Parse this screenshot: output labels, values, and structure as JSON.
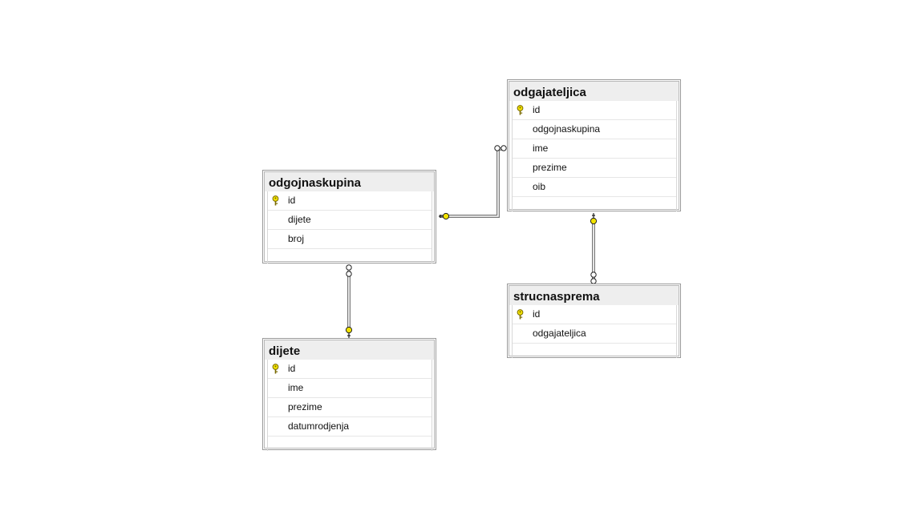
{
  "tables": {
    "odgojnaskupina": {
      "title": "odgojnaskupina",
      "columns": [
        {
          "name": "id",
          "primary_key": true
        },
        {
          "name": "dijete",
          "primary_key": false
        },
        {
          "name": "broj",
          "primary_key": false
        }
      ]
    },
    "odgajateljica": {
      "title": "odgajateljica",
      "columns": [
        {
          "name": "id",
          "primary_key": true
        },
        {
          "name": "odgojnaskupina",
          "primary_key": false
        },
        {
          "name": "ime",
          "primary_key": false
        },
        {
          "name": "prezime",
          "primary_key": false
        },
        {
          "name": "oib",
          "primary_key": false
        }
      ]
    },
    "dijete": {
      "title": "dijete",
      "columns": [
        {
          "name": "id",
          "primary_key": true
        },
        {
          "name": "ime",
          "primary_key": false
        },
        {
          "name": "prezime",
          "primary_key": false
        },
        {
          "name": "datumrodjenja",
          "primary_key": false
        }
      ]
    },
    "strucnasprema": {
      "title": "strucnasprema",
      "columns": [
        {
          "name": "id",
          "primary_key": true
        },
        {
          "name": "odgajateljica",
          "primary_key": false
        }
      ]
    }
  },
  "relationships": [
    {
      "from": "odgajateljica",
      "to": "odgojnaskupina",
      "from_end": "many",
      "to_end": "key"
    },
    {
      "from": "odgojnaskupina",
      "to": "dijete",
      "from_end": "many",
      "to_end": "key"
    },
    {
      "from": "strucnasprema",
      "to": "odgajateljica",
      "from_end": "many",
      "to_end": "key"
    }
  ],
  "colors": {
    "key_fill": "#f2e300",
    "key_stroke": "#7a6a00",
    "line": "#777777"
  }
}
